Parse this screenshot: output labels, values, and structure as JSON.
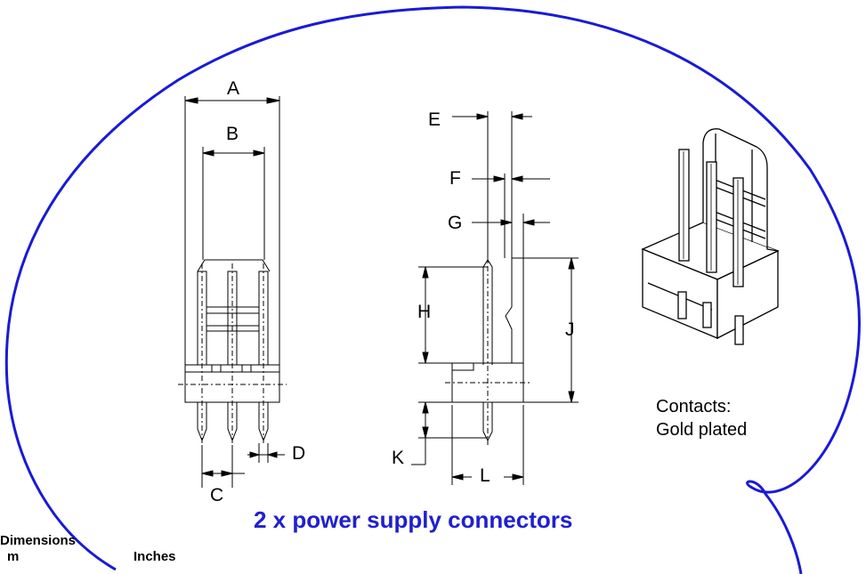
{
  "diagram": {
    "dimension_labels": {
      "A": "A",
      "B": "B",
      "C": "C",
      "D": "D",
      "E": "E",
      "F": "F",
      "G": "G",
      "H": "H",
      "J": "J",
      "K": "K",
      "L": "L"
    },
    "contacts_note": {
      "line1": "Contacts:",
      "line2": "Gold plated"
    },
    "caption": "2 x power supply connectors",
    "caption_color": "#2020d0",
    "outline_color": "#1a1ad6",
    "table": {
      "title": "Dimensions",
      "col_mm": "m",
      "col_inches": "Inches"
    }
  }
}
